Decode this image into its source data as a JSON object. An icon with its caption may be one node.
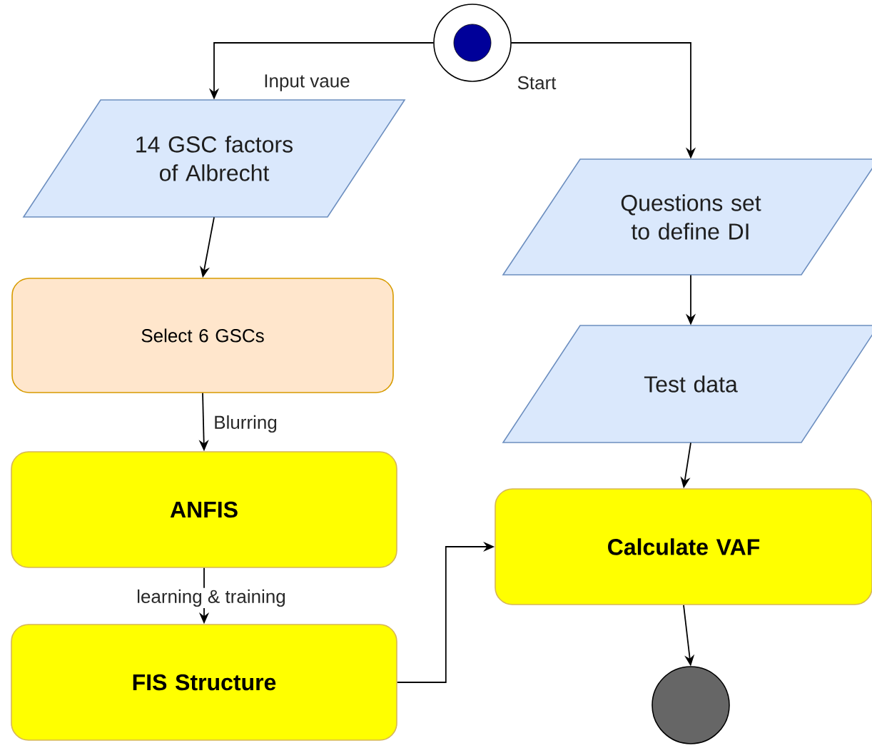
{
  "diagram": {
    "nodes": [
      {
        "text": [],
        "shape": "circle"
      },
      {
        "text": [
          "14 GSC factors of Albrecht"
        ]
      },
      {
        "text": [
          "Select 6 GSCs"
        ]
      },
      {
        "text": [
          "ANFIS"
        ]
      },
      {
        "text": [
          "FIS Structure"
        ]
      },
      {
        "text": [
          "Questions set to define DI"
        ]
      },
      {
        "text": [
          "Test data"
        ]
      },
      {
        "text": [
          "Calculate VAF"
        ]
      },
      {
        "text": [],
        "shape": "circle"
      }
    ],
    "edges": [
      {
        "from": 0,
        "to": 1,
        "arrow": "to",
        "label": "Input vaue"
      },
      {
        "from": 0,
        "to": 5,
        "arrow": "to",
        "label": "Start"
      },
      {
        "from": 1,
        "to": 2,
        "arrow": "to"
      },
      {
        "from": 2,
        "to": 3,
        "arrow": "to",
        "label": "Blurring"
      },
      {
        "from": 3,
        "to": 4,
        "arrow": "to",
        "label": "learning & training"
      },
      {
        "from": 4,
        "to": 7,
        "arrow": "to"
      },
      {
        "from": 5,
        "to": 6,
        "arrow": "to"
      },
      {
        "from": 6,
        "to": 7,
        "arrow": "to"
      },
      {
        "from": 7,
        "to": 8,
        "arrow": "to"
      }
    ]
  }
}
